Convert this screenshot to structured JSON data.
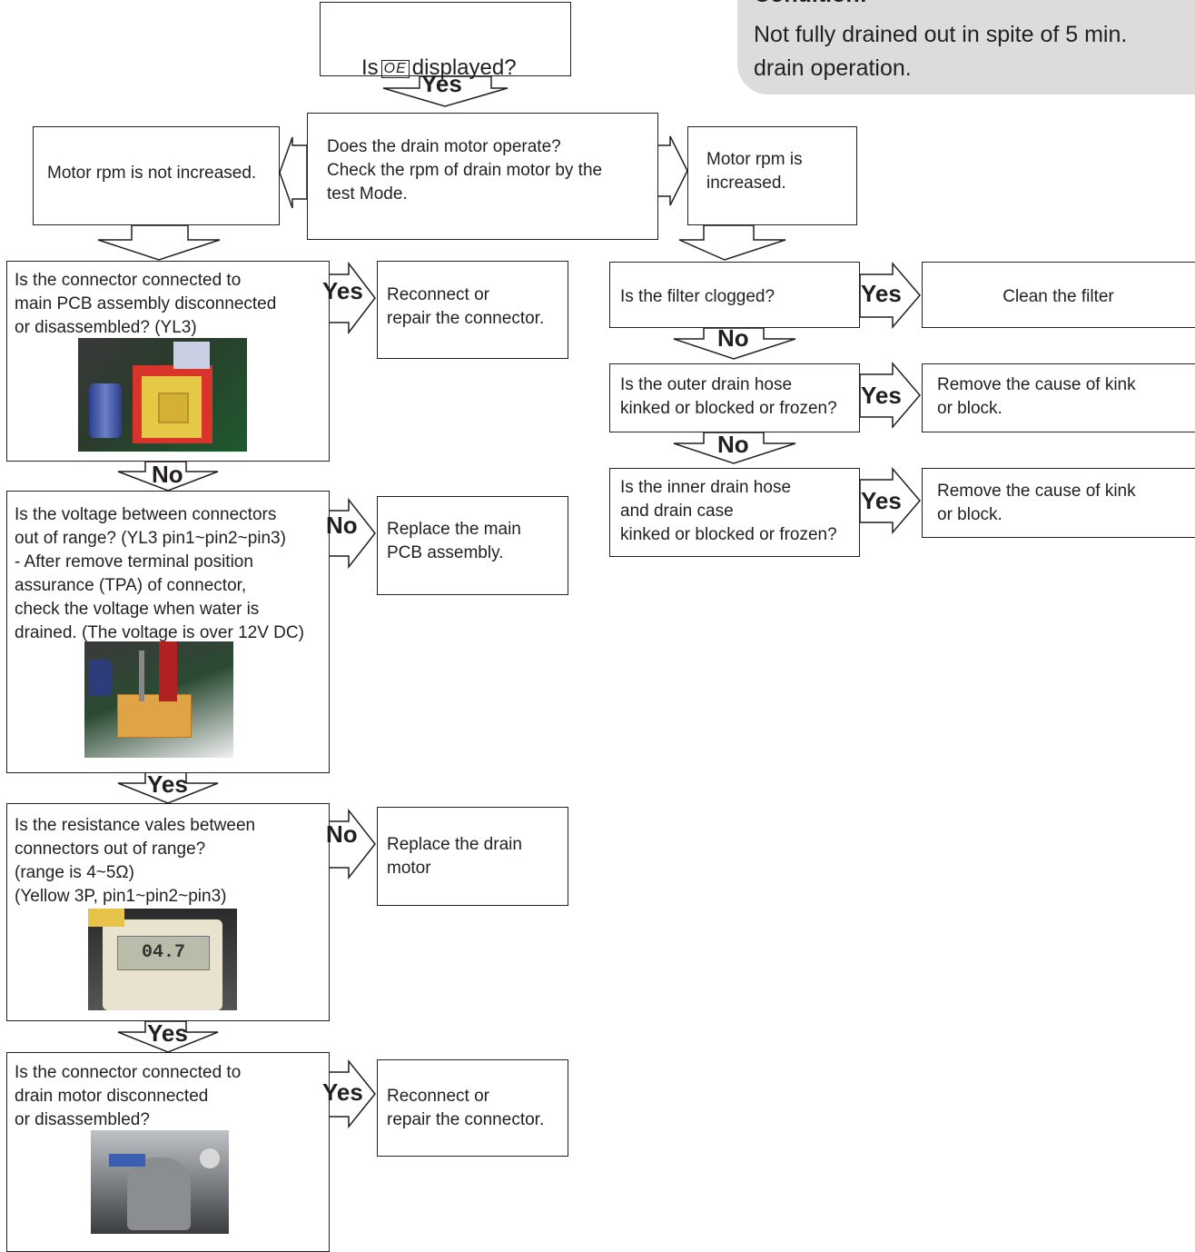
{
  "condition": {
    "title": "Condition:",
    "text": "Not fully drained out in spite of 5 min.\ndrain operation."
  },
  "start": {
    "prefix": "Is",
    "code": "OE",
    "suffix": "displayed?"
  },
  "labels": {
    "yes": "Yes",
    "no": "No"
  },
  "center_question": "Does the drain motor operate?\nCheck the rpm of drain motor by the\ntest Mode.",
  "left_branch": "Motor rpm is not increased.",
  "right_branch": "Motor rpm is\nincreased.",
  "left_steps": [
    {
      "question": "Is the connector connected to\nmain PCB assembly disconnected\nor disassembled? (YL3)",
      "side_label": "Yes",
      "action": "Reconnect or\nrepair the connector.",
      "next_label": "No"
    },
    {
      "question": "Is the voltage between connectors\nout of range? (YL3 pin1~pin2~pin3)\n - After remove terminal position\nassurance (TPA) of connector,\ncheck the voltage when water is\ndrained. (The voltage is over 12V DC)",
      "side_label": "No",
      "action": "Replace the main\nPCB assembly.",
      "next_label": "Yes"
    },
    {
      "question": "Is the resistance vales between\nconnectors out of range?\n(range is 4~5Ω)\n(Yellow 3P, pin1~pin2~pin3)",
      "side_label": "No",
      "action": "Replace the drain\nmotor",
      "next_label": "Yes",
      "meter_reading": "04.7"
    },
    {
      "question": "Is the connector connected to\ndrain motor disconnected\nor disassembled?",
      "side_label": "Yes",
      "action": "Reconnect or\nrepair the connector."
    }
  ],
  "right_steps": [
    {
      "question": "Is the filter clogged?",
      "side_label": "Yes",
      "action": "Clean the filter",
      "next_label": "No"
    },
    {
      "question": "Is the outer drain hose\nkinked or blocked or frozen?",
      "side_label": "Yes",
      "action": "Remove the cause of kink\nor block.",
      "next_label": "No"
    },
    {
      "question": "Is the inner drain hose\nand drain case\nkinked or blocked or frozen?",
      "side_label": "Yes",
      "action": "Remove the cause of kink\nor block."
    }
  ]
}
